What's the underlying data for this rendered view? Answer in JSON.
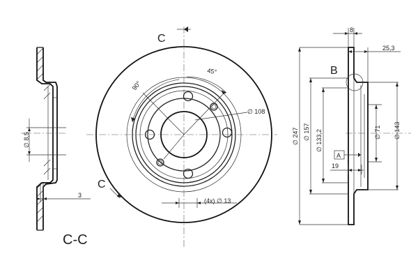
{
  "section_labels": {
    "top": "C",
    "bottom": "C",
    "view": "C-C",
    "detail": "B",
    "datum": "A"
  },
  "dimensions": {
    "hub_bore_diameter": "∅ 8,5",
    "hat_thickness": "3",
    "pcd": "∅ 108",
    "hole_pattern": "(4x) ∅ 13",
    "angle_90": "90°",
    "angle_45": "45°",
    "disc_thickness": "8",
    "offset": "25,3",
    "outer_diameter": "∅ 247",
    "friction_inner_diameter": "∅ 157",
    "diameter_133": "∅ 133,2",
    "diameter_71": "∅ 71",
    "diameter_143": "∅ 143",
    "height_19": "19"
  }
}
